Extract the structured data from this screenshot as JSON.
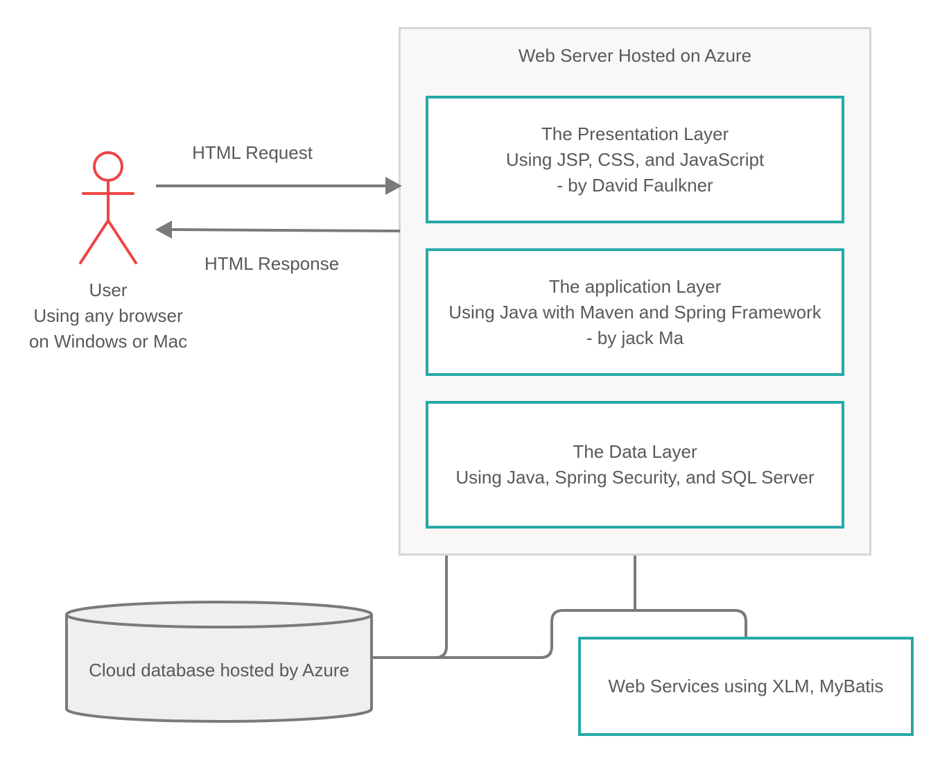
{
  "user": {
    "lines": [
      "User",
      "Using any browser",
      "on Windows or Mac"
    ]
  },
  "arrows": {
    "request_label": "HTML Request",
    "response_label": "HTML Response"
  },
  "server": {
    "title": "Web Server Hosted on Azure",
    "layers": [
      {
        "lines": [
          "The Presentation Layer",
          "Using JSP, CSS, and JavaScript",
          "- by David Faulkner"
        ]
      },
      {
        "lines": [
          "The application Layer",
          "Using Java with Maven and Spring Framework",
          "- by jack Ma"
        ]
      },
      {
        "lines": [
          "The Data Layer",
          "Using Java, Spring Security, and SQL Server"
        ]
      }
    ]
  },
  "database": {
    "label": "Cloud database hosted by Azure"
  },
  "web_services": {
    "label": "Web Services using XLM, MyBatis"
  },
  "colors": {
    "actor": "#ef4444",
    "layer_border": "#26a9a6",
    "connector": "#7a7a7a",
    "server_border": "#d6d6d6",
    "server_fill": "#f9f8f6",
    "text": "#595959"
  }
}
